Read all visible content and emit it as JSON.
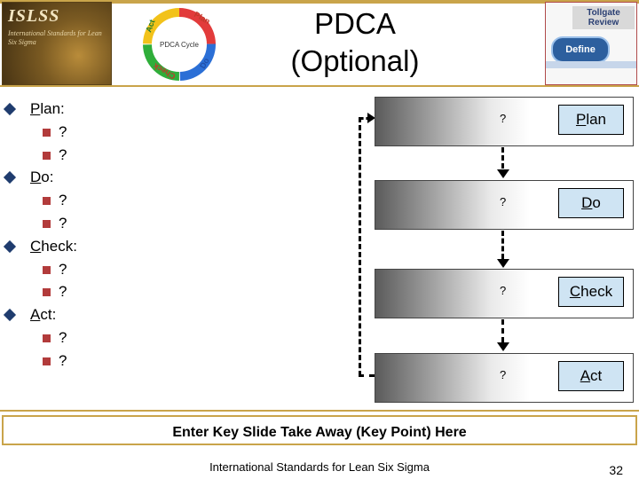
{
  "header": {
    "logo_title": "ISLSS",
    "logo_sub": "International Standards for Lean Six Sigma",
    "title_line1": "PDCA",
    "title_line2": "(Optional)",
    "cycle_center": "PDCA Cycle",
    "cycle_plan": "Plan",
    "cycle_do": "Do",
    "cycle_check": "Check",
    "cycle_act": "Act",
    "tollgate_line1": "Tollgate",
    "tollgate_line2": "Review",
    "tollgate_define": "Define"
  },
  "bullets": [
    {
      "label": "Plan:",
      "underline": "P",
      "rest": "lan:",
      "subs": [
        "?",
        "?"
      ]
    },
    {
      "label": "Do:",
      "underline": "D",
      "rest": "o:",
      "subs": [
        "?",
        "?"
      ]
    },
    {
      "label": "Check:",
      "underline": "C",
      "rest": "heck:",
      "subs": [
        "?",
        "?"
      ]
    },
    {
      "label": "Act:",
      "underline": "A",
      "rest": "ct:",
      "subs": [
        "?",
        "?"
      ]
    }
  ],
  "flow": [
    {
      "question": "?",
      "label_u": "P",
      "label_rest": "lan"
    },
    {
      "question": "?",
      "label_u": "D",
      "label_rest": "o"
    },
    {
      "question": "?",
      "label_u": "C",
      "label_rest": "heck"
    },
    {
      "question": "?",
      "label_u": "A",
      "label_rest": "ct"
    }
  ],
  "takeaway": "Enter Key Slide Take Away (Key Point) Here",
  "footer": "International Standards for Lean Six Sigma",
  "page_number": "32",
  "colors": {
    "gold": "#c9a44a",
    "label_fill": "#cfe4f3",
    "bullet_blue": "#1f3c6e",
    "bullet_red": "#b23b3b"
  }
}
